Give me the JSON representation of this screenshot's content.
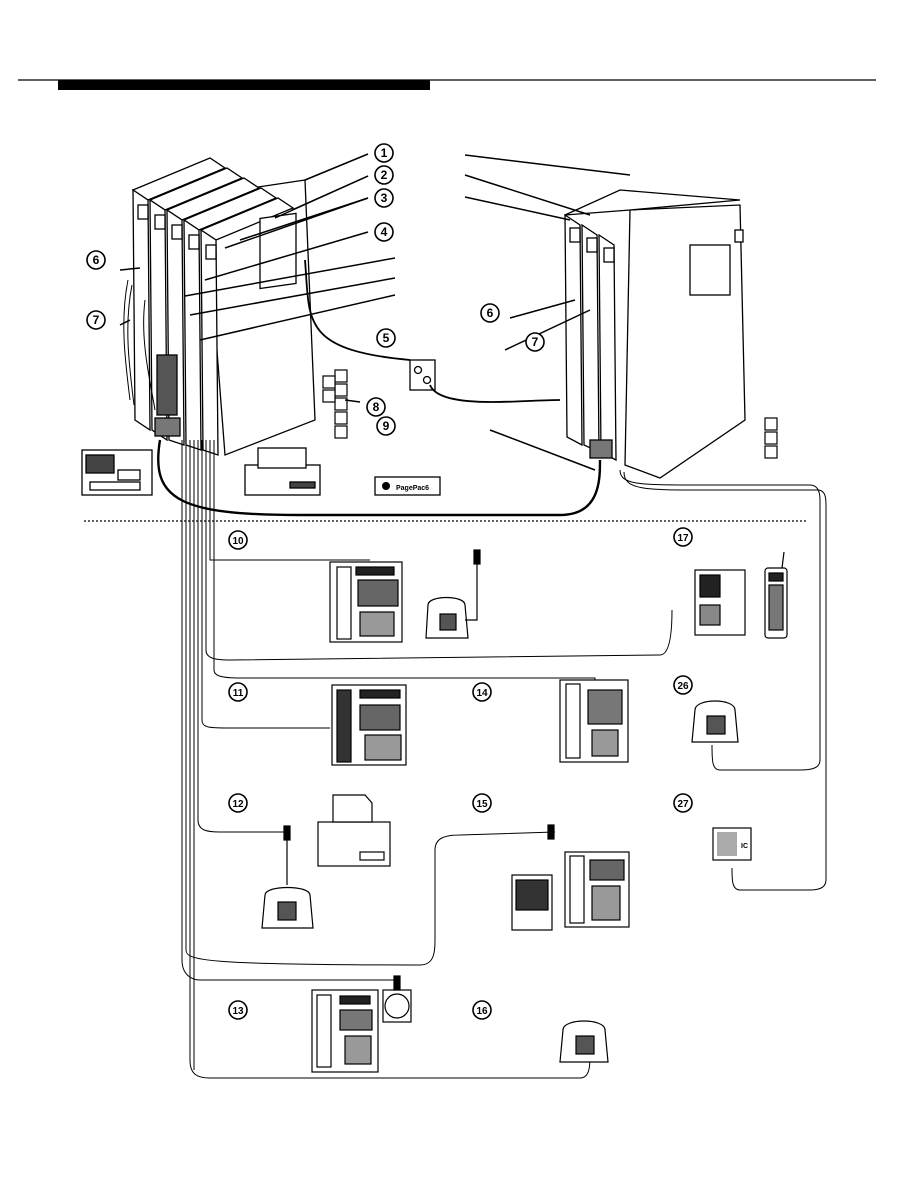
{
  "callouts": [
    {
      "id": "c1",
      "label": "1"
    },
    {
      "id": "c2",
      "label": "2"
    },
    {
      "id": "c3",
      "label": "3"
    },
    {
      "id": "c4",
      "label": "4"
    },
    {
      "id": "c5",
      "label": "5"
    },
    {
      "id": "c6a",
      "label": "6"
    },
    {
      "id": "c7a",
      "label": "7"
    },
    {
      "id": "c6b",
      "label": "6"
    },
    {
      "id": "c7b",
      "label": "7"
    },
    {
      "id": "c8",
      "label": "8"
    },
    {
      "id": "c9",
      "label": "9"
    },
    {
      "id": "c10",
      "label": "10"
    },
    {
      "id": "c11",
      "label": "11"
    },
    {
      "id": "c12",
      "label": "12"
    },
    {
      "id": "c13",
      "label": "13"
    },
    {
      "id": "c14",
      "label": "14"
    },
    {
      "id": "c15",
      "label": "15"
    },
    {
      "id": "c16",
      "label": "16"
    },
    {
      "id": "c17",
      "label": "17"
    },
    {
      "id": "c26",
      "label": "26"
    },
    {
      "id": "c27",
      "label": "27"
    }
  ],
  "device_labels": {
    "pagepac": "PagePac6",
    "speaker_label": "IC"
  },
  "colors": {
    "ink": "#000000",
    "paper": "#ffffff",
    "header_bar": "#000000",
    "separator": "#000000"
  }
}
